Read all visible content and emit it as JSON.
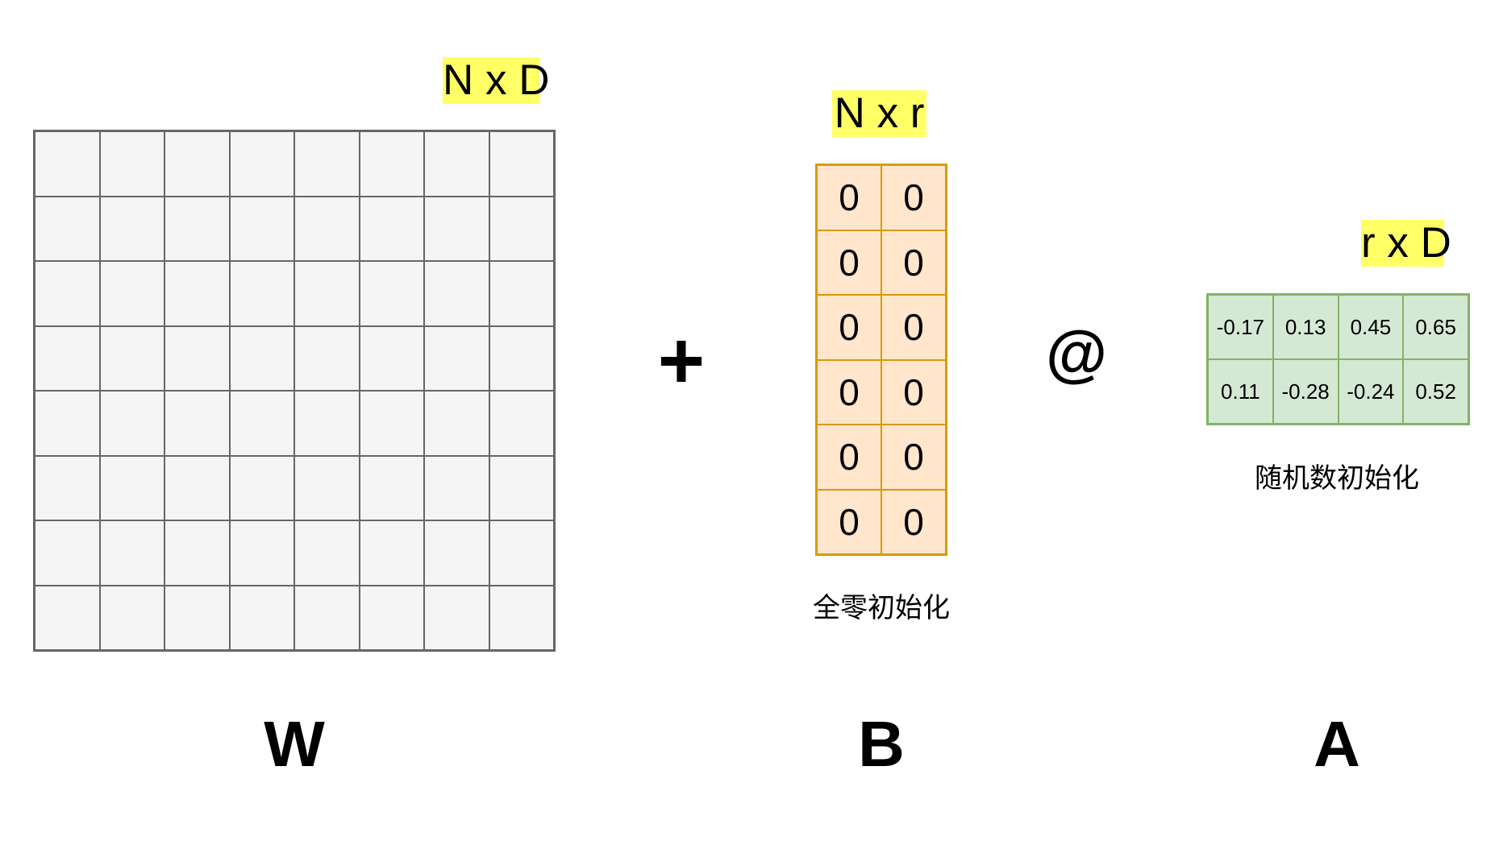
{
  "matrices": {
    "W": {
      "name": "W",
      "dims": "N x D",
      "rows": 8,
      "cols": 8
    },
    "B": {
      "name": "B",
      "dims": "N x r",
      "caption": "全零初始化",
      "values": [
        [
          "0",
          "0"
        ],
        [
          "0",
          "0"
        ],
        [
          "0",
          "0"
        ],
        [
          "0",
          "0"
        ],
        [
          "0",
          "0"
        ],
        [
          "0",
          "0"
        ]
      ]
    },
    "A": {
      "name": "A",
      "dims": "r x D",
      "caption": "随机数初始化",
      "values": [
        [
          "-0.17",
          "0.13",
          "0.45",
          "0.65"
        ],
        [
          "0.11",
          "-0.28",
          "-0.24",
          "0.52"
        ]
      ]
    }
  },
  "operators": {
    "plus": "+",
    "matmul": "@"
  },
  "colors": {
    "dim_label_bg": "#ffff66",
    "w_fill": "#f5f5f5",
    "w_stroke": "#666666",
    "b_fill": "#ffe6cc",
    "b_stroke": "#d79b00",
    "a_fill": "#d5e8d4",
    "a_stroke": "#82b366"
  }
}
